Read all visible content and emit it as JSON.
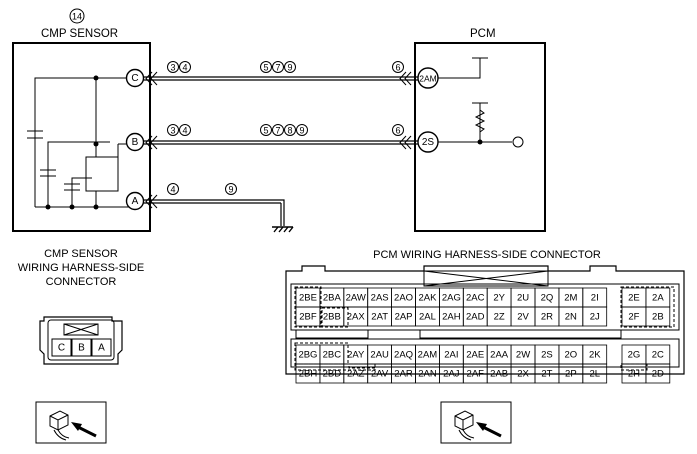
{
  "sensor": {
    "number": "14",
    "title": "CMP SENSOR",
    "terminals": [
      "C",
      "B",
      "A"
    ]
  },
  "pcm": {
    "title": "PCM",
    "terminals": [
      "2AM",
      "2S"
    ]
  },
  "wires": {
    "c": {
      "left_marks": [
        "3",
        "4"
      ],
      "mid_marks": [
        "5",
        "7",
        "9"
      ],
      "right_marks": [
        "6"
      ]
    },
    "b": {
      "left_marks": [
        "3",
        "4"
      ],
      "mid_marks": [
        "5",
        "7",
        "8",
        "9"
      ],
      "right_marks": [
        "6"
      ]
    },
    "a": {
      "left_marks": [
        "4"
      ],
      "mid_marks": [
        "9"
      ]
    }
  },
  "sensor_connector": {
    "caption_lines": [
      "CMP SENSOR",
      "WIRING HARNESS-SIDE",
      "CONNECTOR"
    ],
    "pins": [
      "C",
      "B",
      "A"
    ]
  },
  "pcm_connector": {
    "caption": "PCM WIRING HARNESS-SIDE CONNECTOR",
    "upper_left_rows": [
      [
        "2BE",
        "2BA",
        "2AW",
        "2AS",
        "2AO",
        "2AK",
        "2AG",
        "2AC",
        "2Y",
        "2U",
        "2Q",
        "2M",
        "2I"
      ],
      [
        "2BF",
        "2BB",
        "2AX",
        "2AT",
        "2AP",
        "2AL",
        "2AH",
        "2AD",
        "2Z",
        "2V",
        "2R",
        "2N",
        "2J"
      ]
    ],
    "upper_right_rows": [
      [
        "2E",
        "2A"
      ],
      [
        "2F",
        "2B"
      ]
    ],
    "lower_left_rows": [
      [
        "2BG",
        "2BC",
        "2AY",
        "2AU",
        "2AQ",
        "2AM",
        "2AI",
        "2AE",
        "2AA",
        "2W",
        "2S",
        "2O",
        "2K"
      ],
      [
        "2BH",
        "2BD",
        "2AZ",
        "2AV",
        "2AR",
        "2AN",
        "2AJ",
        "2AF",
        "2AB",
        "2X",
        "2T",
        "2P",
        "2L"
      ]
    ],
    "lower_right_rows": [
      [
        "2G",
        "2C"
      ],
      [
        "2H",
        "2D"
      ]
    ]
  },
  "icons": [
    "connector-view-icon",
    "connector-view-icon"
  ]
}
